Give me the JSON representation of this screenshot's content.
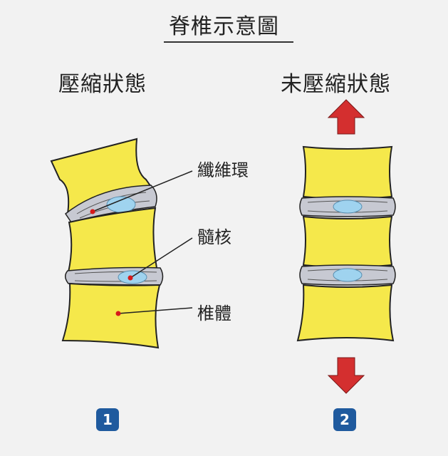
{
  "title": "脊椎示意圖",
  "left_panel": {
    "heading": "壓縮狀態",
    "number": "1"
  },
  "right_panel": {
    "heading": "未壓縮狀態",
    "number": "2"
  },
  "labels": {
    "annulus": "纖維環",
    "nucleus": "髓核",
    "vertebral_body": "椎體"
  },
  "colors": {
    "vertebra": "#f5e84b",
    "disc": "#c7c9d2",
    "nucleus": "#9fd3ef",
    "arrow": "#d42f2f",
    "badge": "#1f5a9e",
    "marker": "#d61a1a"
  },
  "icons": [
    "arrow-up-icon",
    "arrow-down-icon"
  ]
}
